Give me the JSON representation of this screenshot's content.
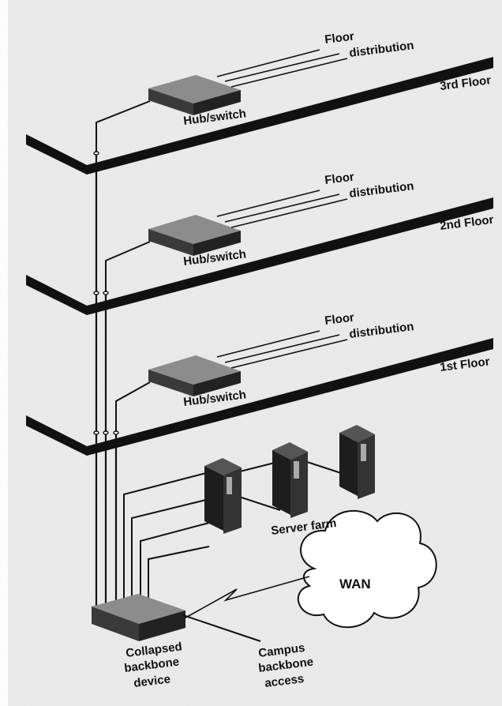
{
  "labels": {
    "floor3": "3rd Floor",
    "floor2": "2nd Floor",
    "floor1": "1st Floor",
    "hub_switch": "Hub/switch",
    "floor_dist_1": "Floor",
    "floor_dist_2": "distribution",
    "server_farm": "Server farm",
    "wan": "WAN",
    "collapsed_1": "Collapsed",
    "collapsed_2": "backbone",
    "collapsed_3": "device",
    "campus_1": "Campus",
    "campus_2": "backbone",
    "campus_3": "access"
  },
  "colors": {
    "paper": "#ebebeb",
    "ink": "#111111",
    "device_top": "#8c8c8c",
    "device_side": "#2a2a2a",
    "server_body": "#1d1d1d"
  }
}
